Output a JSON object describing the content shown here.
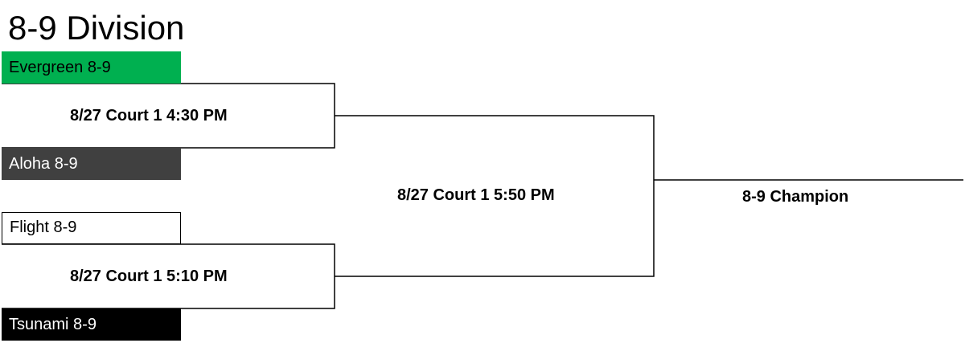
{
  "title": "8-9 Division",
  "teams": {
    "evergreen": "Evergreen 8-9",
    "aloha": "Aloha 8-9",
    "flight": "Flight 8-9",
    "tsunami": "Tsunami 8-9"
  },
  "games": {
    "semifinal_1": "8/27 Court 1 4:30 PM",
    "semifinal_2": "8/27 Court 1 5:10 PM",
    "final": "8/27 Court 1 5:50 PM"
  },
  "champion": "8-9 Champion",
  "colors": {
    "evergreen": "#00b050",
    "aloha": "#404040",
    "flight": "#ffffff",
    "tsunami": "#000000"
  }
}
